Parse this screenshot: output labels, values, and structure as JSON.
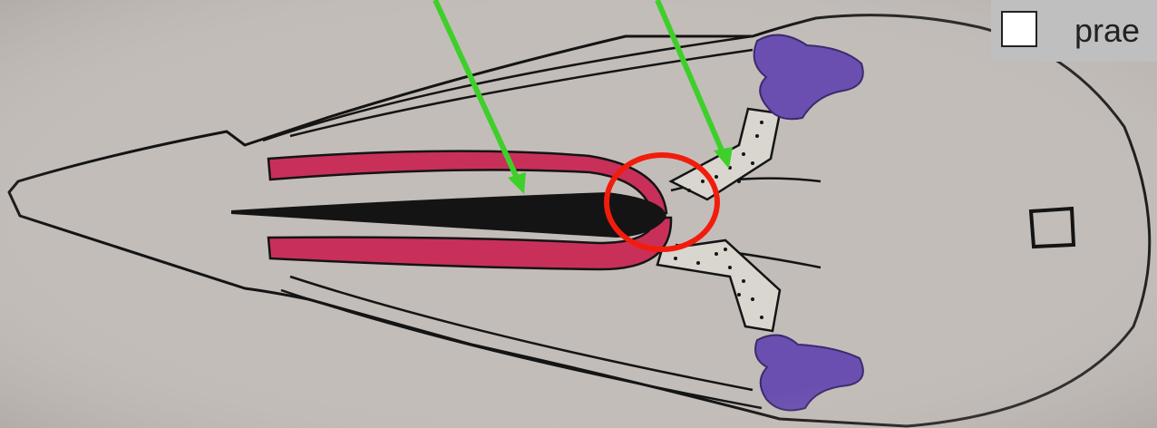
{
  "legend": {
    "label": "prae"
  },
  "colors": {
    "paper": "#c3bdb9",
    "ink": "#141414",
    "bone_magenta": "#c8305a",
    "cartilage_purple": "#6a4fb0",
    "dotted_fill": "#d9d5cf",
    "arrow_green": "#3fcf2a",
    "circle_red": "#f21c0c"
  },
  "annotations": {
    "arrows": [
      "green-arrow",
      "green-arrow"
    ],
    "highlight": "red-circle"
  }
}
